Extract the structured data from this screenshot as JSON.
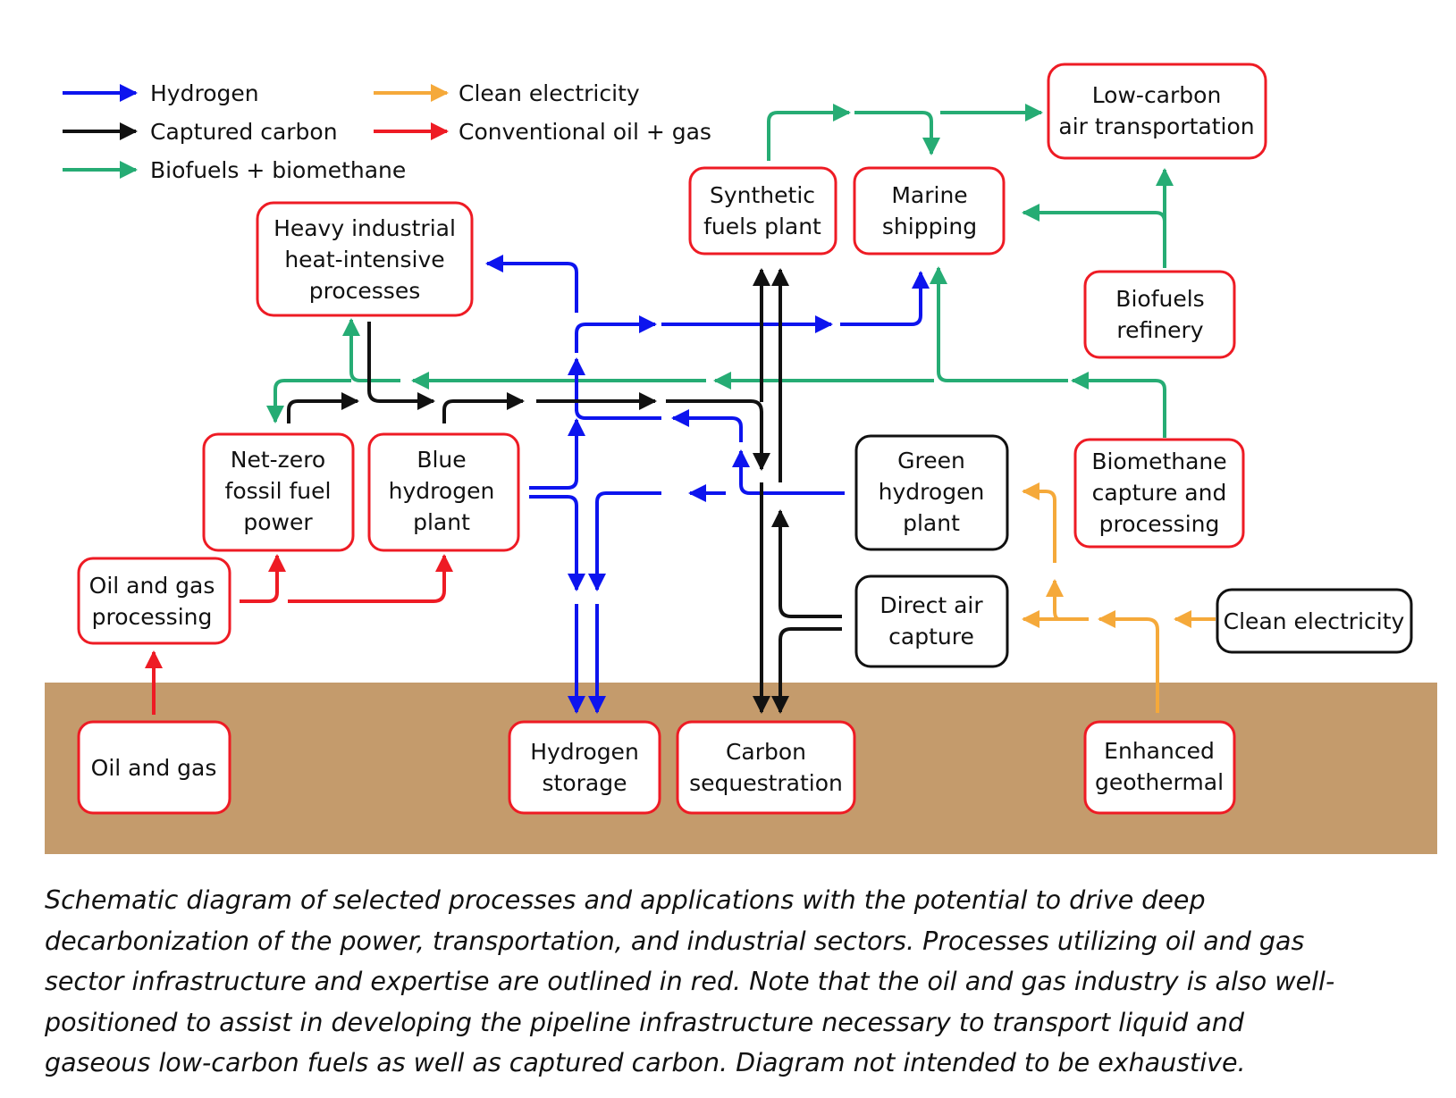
{
  "colors": {
    "hydrogen": "#0d14ee",
    "captured_carbon": "#111111",
    "biofuels": "#26ac74",
    "clean_electricity": "#f5a93a",
    "oil_gas": "#ee1b24",
    "ground": "#c49b6c",
    "box_red": "#ee1b24",
    "box_black": "#111111"
  },
  "legend": [
    {
      "label": "Hydrogen",
      "color_key": "hydrogen"
    },
    {
      "label": "Captured carbon",
      "color_key": "captured_carbon"
    },
    {
      "label": "Biofuels + biomethane",
      "color_key": "biofuels"
    },
    {
      "label": "Clean electricity",
      "color_key": "clean_electricity"
    },
    {
      "label": "Conventional oil + gas",
      "color_key": "oil_gas"
    }
  ],
  "nodes": {
    "low_carbon_air": {
      "lines": [
        "Low-carbon",
        "air transportation"
      ],
      "outline": "red"
    },
    "synthetic_fuels": {
      "lines": [
        "Synthetic",
        "fuels plant"
      ],
      "outline": "red"
    },
    "marine_shipping": {
      "lines": [
        "Marine",
        "shipping"
      ],
      "outline": "red"
    },
    "heavy_industrial": {
      "lines": [
        "Heavy industrial",
        "heat-intensive",
        "processes"
      ],
      "outline": "red"
    },
    "biofuels_refinery": {
      "lines": [
        "Biofuels",
        "refinery"
      ],
      "outline": "red"
    },
    "net_zero_power": {
      "lines": [
        "Net-zero",
        "fossil fuel",
        "power"
      ],
      "outline": "red"
    },
    "blue_hydrogen": {
      "lines": [
        "Blue",
        "hydrogen",
        "plant"
      ],
      "outline": "red"
    },
    "green_hydrogen": {
      "lines": [
        "Green",
        "hydrogen",
        "plant"
      ],
      "outline": "black"
    },
    "biomethane": {
      "lines": [
        "Biomethane",
        "capture and",
        "processing"
      ],
      "outline": "red"
    },
    "oil_gas_processing": {
      "lines": [
        "Oil and gas",
        "processing"
      ],
      "outline": "red"
    },
    "direct_air_capture": {
      "lines": [
        "Direct air",
        "capture"
      ],
      "outline": "black"
    },
    "clean_electricity": {
      "lines": [
        "Clean electricity"
      ],
      "outline": "black"
    },
    "oil_and_gas": {
      "lines": [
        "Oil and gas"
      ],
      "outline": "red"
    },
    "hydrogen_storage": {
      "lines": [
        "Hydrogen",
        "storage"
      ],
      "outline": "red"
    },
    "carbon_sequestration": {
      "lines": [
        "Carbon",
        "sequestration"
      ],
      "outline": "red"
    },
    "enhanced_geothermal": {
      "lines": [
        "Enhanced",
        "geothermal"
      ],
      "outline": "red"
    }
  },
  "caption": {
    "lines": [
      "Schematic diagram of selected processes and applications with the potential to drive deep",
      "decarbonization of the power, transportation, and industrial sectors. Processes utilizing oil and gas",
      "sector infrastructure and expertise are outlined in red. Note that the oil and gas industry is also well-",
      "positioned to assist in developing the pipeline infrastructure necessary to transport liquid and",
      "gaseous low-carbon fuels as well as captured carbon. Diagram not intended to be exhaustive."
    ]
  }
}
